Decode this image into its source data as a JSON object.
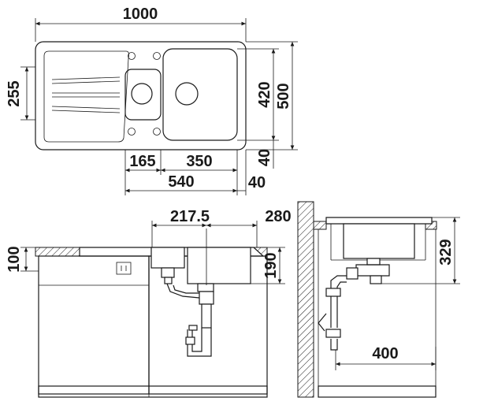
{
  "top_view": {
    "width_overall": "1000",
    "depth_overall": "500",
    "depth_inner": "420",
    "small_bowl_depth": "255",
    "front_edge": "40",
    "small_bowl_width": "165",
    "large_bowl_width": "350",
    "bowls_total": "540",
    "side_edge": "40"
  },
  "front_view": {
    "drain_offset": "217.5",
    "side_offset": "280",
    "worktop_thickness": "100",
    "bowl_depth": "190"
  },
  "side_view": {
    "bowl_height": "329",
    "wall_distance": "400"
  }
}
